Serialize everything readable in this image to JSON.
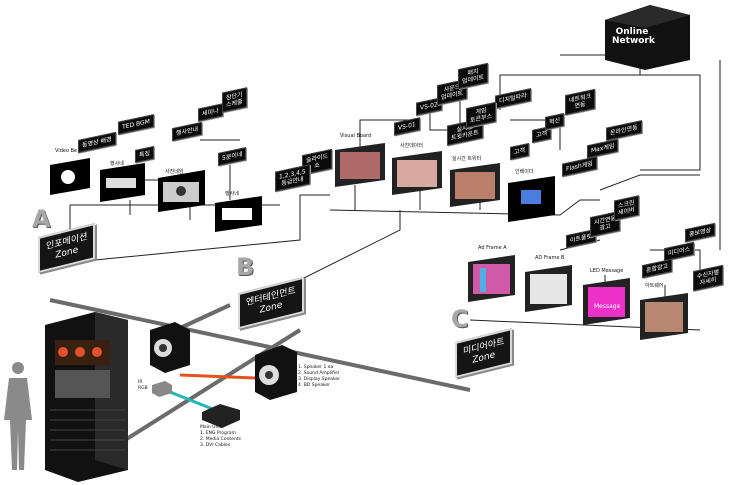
{
  "online_network": "Online\nNetwork",
  "zones": [
    {
      "letter": "A",
      "title": "인포메이션\nZone"
    },
    {
      "letter": "B",
      "title": "엔터테인먼트\nZone"
    },
    {
      "letter": "C",
      "title": "미디어아트\nZone"
    }
  ],
  "zone_a": {
    "screens": [
      "Video Be",
      "행사네",
      "사진네임",
      "행사네"
    ],
    "labels": [
      "TED BGM",
      "동영상 배경",
      "행사안내",
      "특징",
      "세미나",
      "장단기\n스케줄",
      "5분이네"
    ]
  },
  "zone_b": {
    "screens": [
      "Visual Board",
      "사진데이터",
      "실시간 트위터",
      "인베이더"
    ],
    "labels": [
      "슬라이드\n쇼",
      "1,2,3,4,5\n등급안내",
      "VS-01",
      "VS-02",
      "사운드\n업데이트",
      "패치\n업데이트",
      "실시간\n트윗카운트",
      "디지털따라",
      "게임\n토큰부스",
      "고객",
      "고객"
    ]
  },
  "zone_c": {
    "screens": [
      "Ad Frame A",
      "AD Frame B",
      "LED Message",
      "아트웨어"
    ],
    "labels": [
      "아트플랫",
      "시간연동\n광고",
      "스크린\n세이버",
      "네트워크\n연동",
      "온라인연동",
      "Max게임",
      "Flash게임",
      "혁신",
      "홍보영상",
      "미디어스",
      "혼합광고",
      "수신자별\n자세히"
    ]
  },
  "device_notes": {
    "speakers": "1. Speaker 1 ea\n2. Sound Amplifier\n3. Display Speaker\n4. BD Speaker",
    "controller": "Main Unit\n1. ENG Program\n2. Media Contents\n3. DVI Cables",
    "ir": "IR\nRGB"
  },
  "screen_message_text": "Message"
}
